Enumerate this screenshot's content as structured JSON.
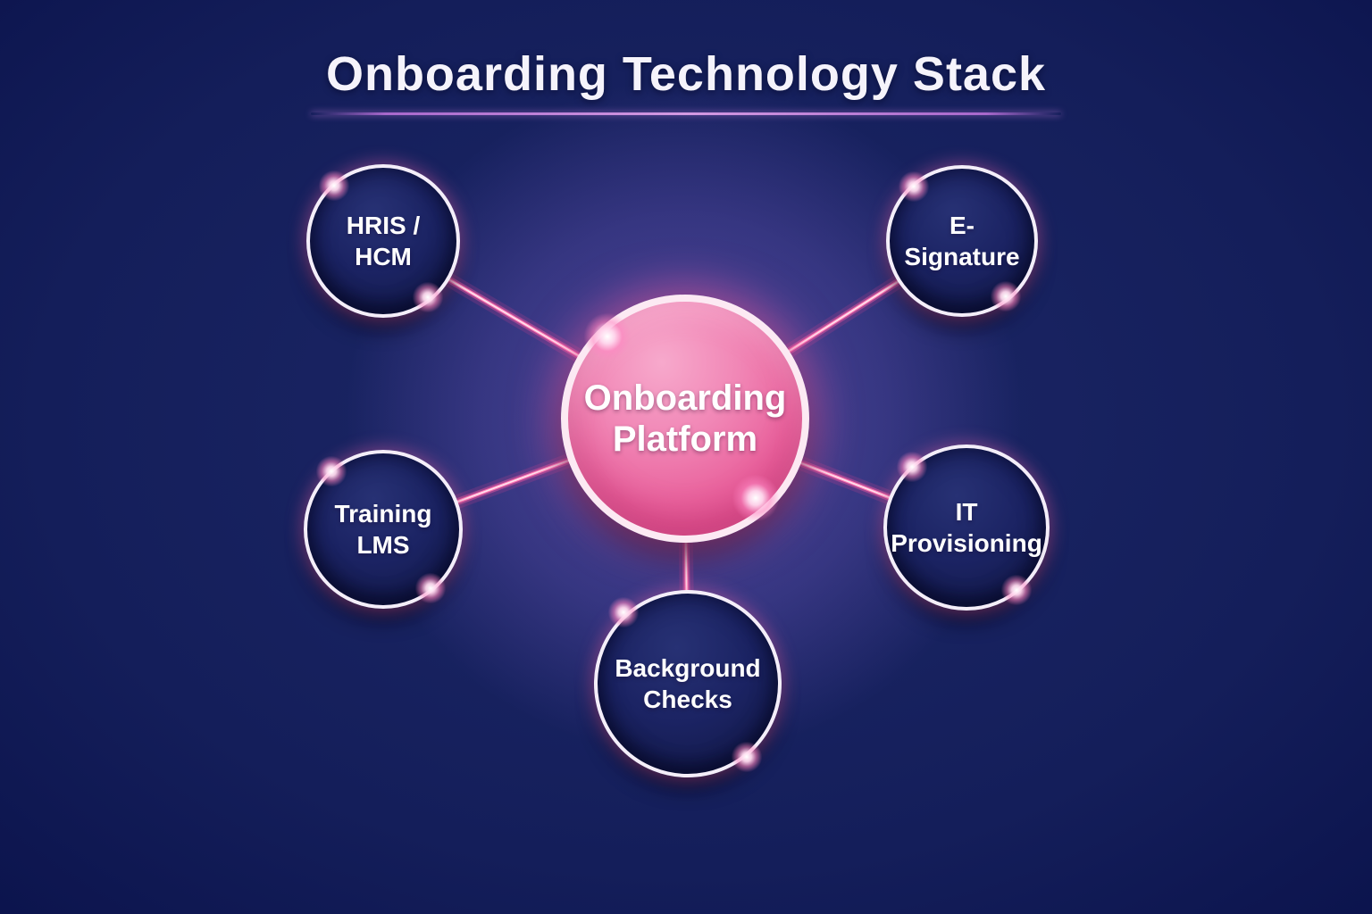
{
  "title": {
    "text": "Onboarding Technology Stack"
  },
  "hub": {
    "label": "Onboarding\nPlatform"
  },
  "spokes": [
    {
      "id": "hris-hcm",
      "label": "HRIS /\nHCM"
    },
    {
      "id": "e-signature",
      "label": "E-Signature"
    },
    {
      "id": "training-lms",
      "label": "Training\nLMS"
    },
    {
      "id": "it-provisioning",
      "label": "IT\nProvisioning"
    },
    {
      "id": "background-checks",
      "label": "Background\nChecks"
    }
  ],
  "colors": {
    "background_navy": "#0b134c",
    "hub_pink": "#e9619c",
    "neon_pink": "#ff6fae",
    "ring_white": "#f4eef9",
    "underline_lavender": "#c787da",
    "text_white": "#ffffff"
  }
}
